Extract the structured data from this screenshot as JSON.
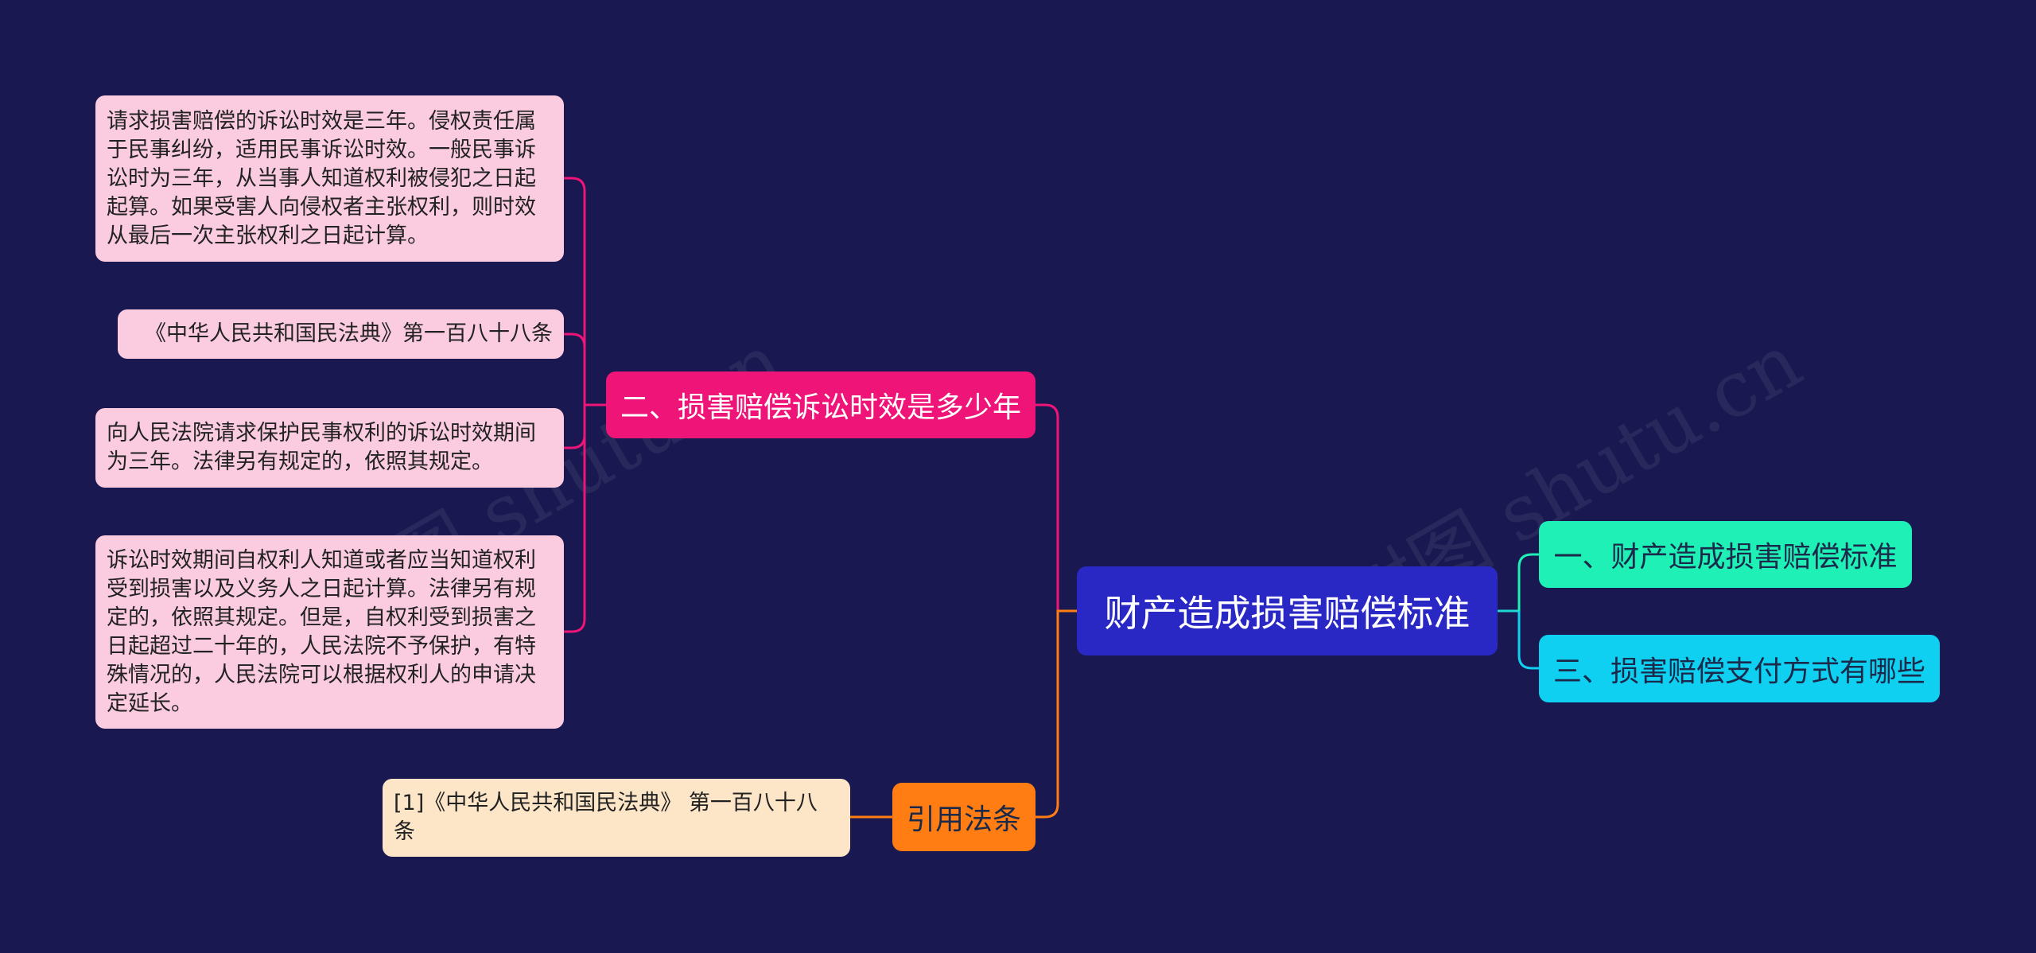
{
  "root": {
    "label": "财产造成损害赔偿标准"
  },
  "right_branches": [
    {
      "label": "一、财产造成损害赔偿标准"
    },
    {
      "label": "三、损害赔偿支付方式有哪些"
    }
  ],
  "left_branches": [
    {
      "label": "二、损害赔偿诉讼时效是多少年",
      "children": [
        {
          "text": "请求损害赔偿的诉讼时效是三年。侵权责任属\n于民事纠纷，适用民事诉讼时效。一般民事诉\n讼时为三年，从当事人知道权利被侵犯之日起\n起算。如果受害人向侵权者主张权利，则时效\n从最后一次主张权利之日起计算。"
        },
        {
          "text": "《中华人民共和国民法典》第一百八十八条"
        },
        {
          "text": "向人民法院请求保护民事权利的诉讼时效期间\n为三年。法律另有规定的，依照其规定。"
        },
        {
          "text": "诉讼时效期间自权利人知道或者应当知道权利\n受到损害以及义务人之日起计算。法律另有规\n定的，依照其规定。但是，自权利受到损害之\n日起超过二十年的，人民法院不予保护，有特\n殊情况的，人民法院可以根据权利人的申请决\n定延长。"
        }
      ]
    },
    {
      "label": "引用法条",
      "children": [
        {
          "text": "[1]《中华人民共和国民法典》 第一百八十八\n条"
        }
      ]
    }
  ],
  "watermark": {
    "text1": "树图 shutu.cn",
    "text2": "树图 shutu.cn"
  },
  "colors": {
    "background": "#191850",
    "root": "#2a28c4",
    "branch_pink": "#ee1478",
    "branch_orange": "#ff7d12",
    "branch_green": "#1ff0b6",
    "branch_cyan": "#0fd0f0",
    "leaf_pink": "#fbcbe0",
    "leaf_peach": "#fde5c8"
  }
}
